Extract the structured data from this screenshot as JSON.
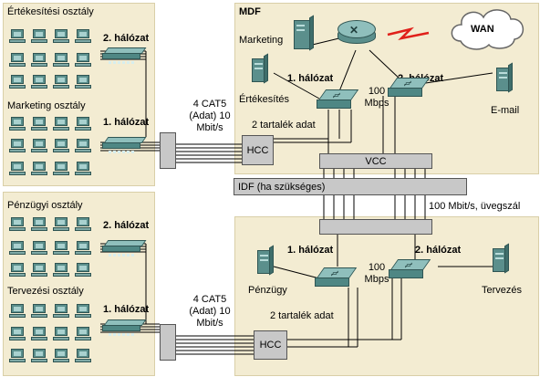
{
  "top_depts": {
    "sales_label": "Értékesítési osztály",
    "marketing_label": "Marketing osztály",
    "net2": "2. hálózat",
    "net1": "1. hálózat"
  },
  "bottom_depts": {
    "finance_label": "Pénzügyi osztály",
    "design_label": "Tervezési osztály",
    "net2": "2. hálózat",
    "net1": "1. hálózat"
  },
  "links": {
    "top_cable": "4 CAT5 (Adat) 10 Mbit/s",
    "bottom_cable": "4 CAT5 (Adat) 10 Mbit/s",
    "top_spare": "2 tartalék adat",
    "bottom_spare": "2 tartalék adat",
    "fiber": "100 Mbit/s, üvegszál"
  },
  "mdf": {
    "title": "MDF",
    "marketing_server": "Marketing",
    "sales_server": "Értékesítés",
    "email_server": "E-mail",
    "wan": "WAN",
    "net1": "1. hálózat",
    "net2": "2. hálózat",
    "speed": "100 Mbps",
    "hcc": "HCC",
    "vcc": "VCC"
  },
  "idf_label": "IDF (ha szükséges)",
  "lower": {
    "finance_server": "Pénzügy",
    "design_server": "Tervezés",
    "net1": "1. hálózat",
    "net2": "2. hálózat",
    "speed": "100 Mbps",
    "hcc": "HCC"
  },
  "colors": {
    "area": "#f3ecd2",
    "device": "#5b8f8c",
    "wan_link": "#e0201a",
    "patch": "#c8c8c8"
  }
}
